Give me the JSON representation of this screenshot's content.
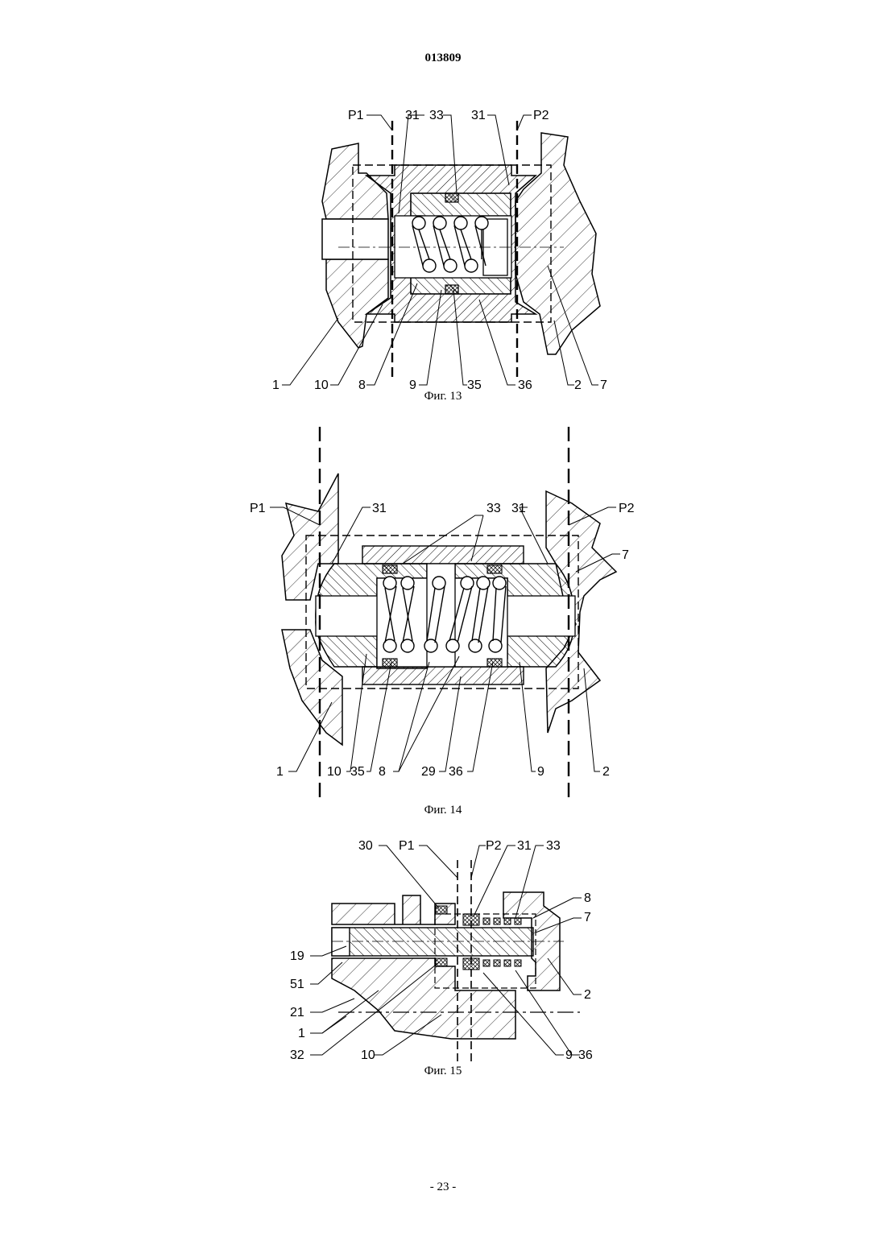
{
  "header": {
    "doc_number": "013809"
  },
  "figures": [
    {
      "caption": "Фиг. 13",
      "labels": [
        "P1",
        "31",
        "33",
        "31",
        "P2",
        "1",
        "10",
        "8",
        "9",
        "35",
        "36",
        "2",
        "7"
      ]
    },
    {
      "caption": "Фиг. 14",
      "labels": [
        "P1",
        "31",
        "33",
        "31",
        "P2",
        "7",
        "1",
        "10",
        "35",
        "8",
        "29",
        "36",
        "9",
        "2"
      ]
    },
    {
      "caption": "Фиг. 15",
      "labels": [
        "30",
        "P1",
        "P2",
        "31",
        "33",
        "8",
        "7",
        "19",
        "51",
        "21",
        "1",
        "32",
        "10",
        "9",
        "36",
        "2"
      ]
    }
  ],
  "footer": {
    "page": "- 23 -"
  }
}
